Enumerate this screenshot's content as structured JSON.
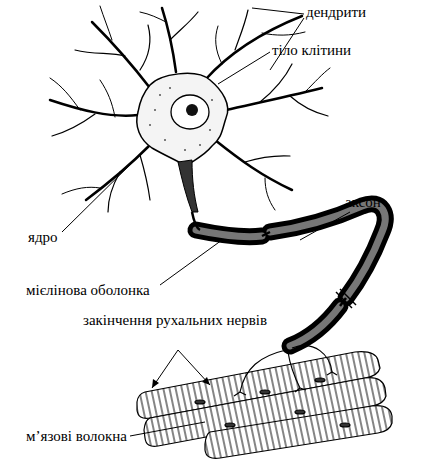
{
  "diagram": {
    "labels": [
      "дендрити",
      "тіло клітини",
      "ядро",
      "аксон",
      "мієлінова оболонка",
      "закінчення рухальних нервів",
      "м’язові волокна"
    ]
  }
}
